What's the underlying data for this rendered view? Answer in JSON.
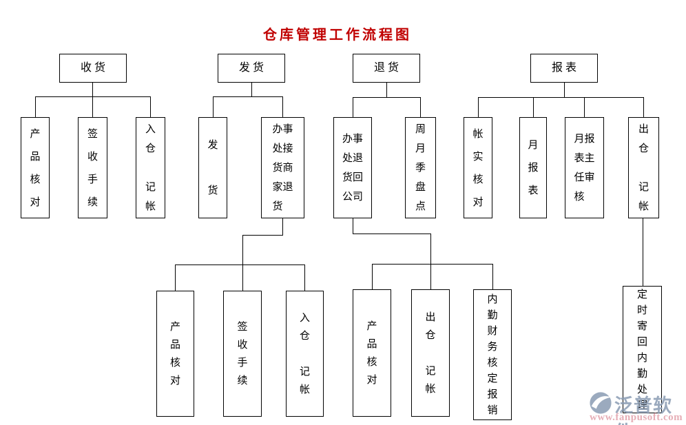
{
  "page": {
    "title": "仓库管理工作流程图",
    "title_color": "#c00000"
  },
  "nodes": {
    "l1": {
      "shouhuo": "收货",
      "fahuo": "发货",
      "tuihuo": "退货",
      "baobiao": "报表"
    },
    "l2": {
      "sh_product_check": "产\n品\n核\n对",
      "sh_sign_procedure": "签\n收\n手\n续",
      "sh_warehouse_in": "入\n仓\n\n记\n帐",
      "fh_dispatch": "发\n\n货",
      "fh_office_receive": "办事\n处接\n货商\n家退\n货",
      "th_office_return": "办事\n处退\n货回\n公司",
      "th_inventory": "周\n月\n季\n盘\n点",
      "bb_account_check": "帐\n实\n核\n对",
      "bb_monthly_report": "月\n报\n表",
      "bb_report_review": "月报\n表主\n任审\n核",
      "bb_warehouse_out": "出\n仓\n\n记\n帐"
    },
    "l3": {
      "fh_product_check": "产\n品\n核\n对",
      "fh_sign_procedure": "签\n收\n手\n续",
      "fh_warehouse_in": "入\n仓\n\n记\n帐",
      "th_product_check": "产\n品\n核\n对",
      "th_warehouse_out": "出\n仓\n\n记\n帐",
      "th_finance_audit": "内\n勤\n财\n务\n核\n定\n报\n销",
      "bb_mail_back": "定\n时\n寄\n回\n内\n勤\n处\n理"
    }
  },
  "watermark": {
    "brand": "泛普软件",
    "url": "www.fanpusoft.com",
    "brand_color": "#8a9cb3",
    "url_color": "#e2a0aa"
  }
}
